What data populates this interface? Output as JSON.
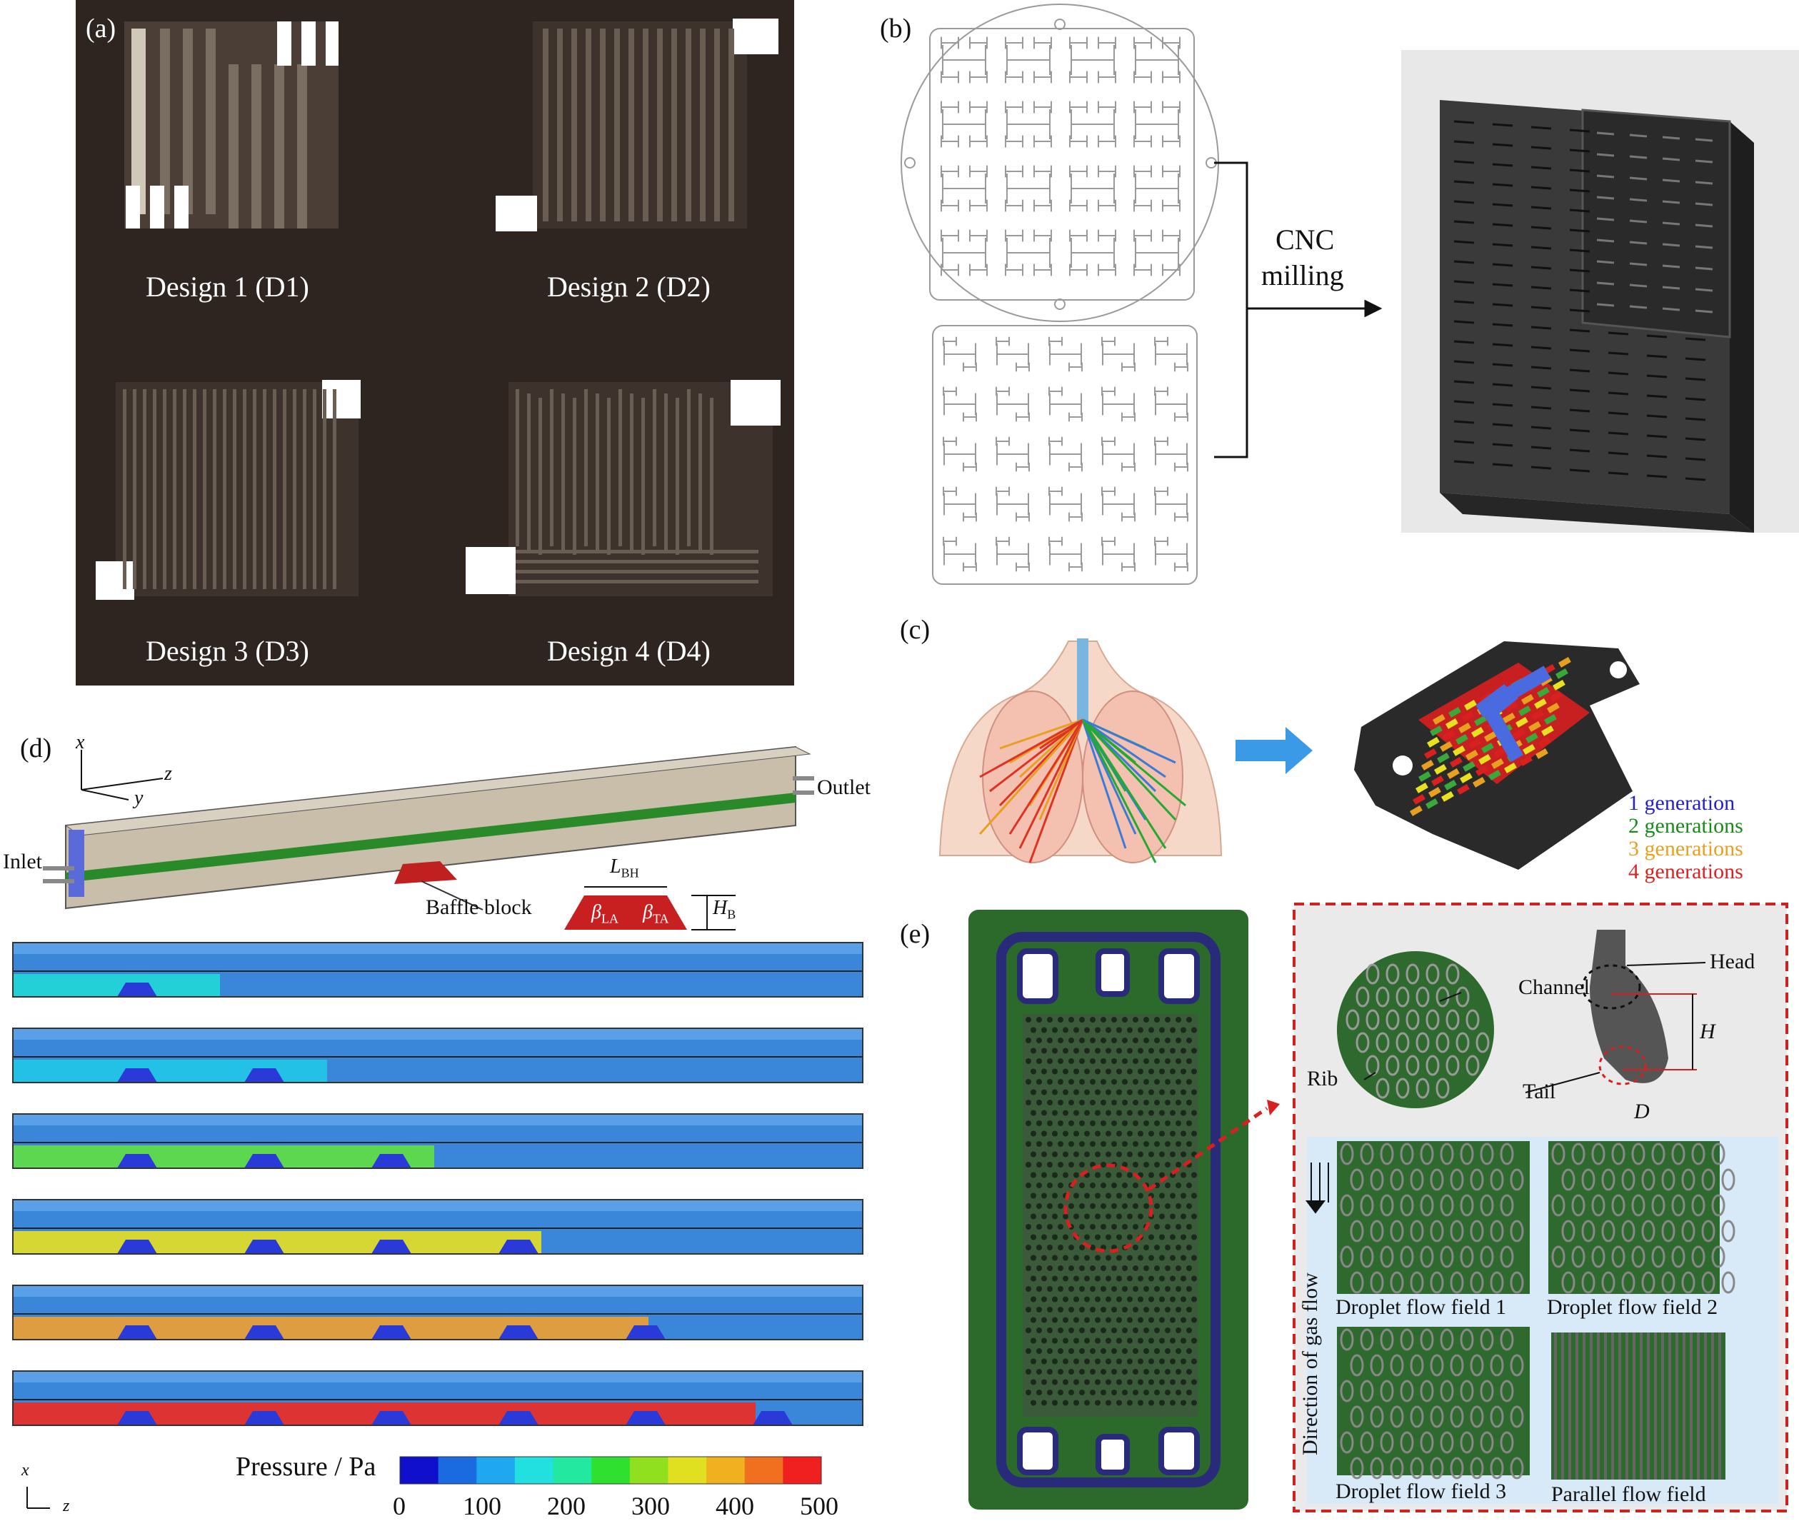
{
  "panel_a": {
    "label": "(a)",
    "designs": [
      "Design 1 (D1)",
      "Design 2 (D2)",
      "Design 3 (D3)",
      "Design 4 (D4)"
    ]
  },
  "panel_b": {
    "label": "(b)",
    "process_top": "CNC",
    "process_bottom": "milling"
  },
  "panel_c": {
    "label": "(c)",
    "legend": [
      {
        "text": "1 generation",
        "color": "#2222cc"
      },
      {
        "text": "2 generations",
        "color": "#1a8a1a"
      },
      {
        "text": "3 generations",
        "color": "#e8a020"
      },
      {
        "text": "4 generations",
        "color": "#dd2222"
      }
    ]
  },
  "panel_d": {
    "label": "(d)",
    "axis_x": "x",
    "axis_y": "y",
    "axis_z": "z",
    "inlet": "Inlet",
    "outlet": "Outlet",
    "baffle": "Baffle block",
    "L_main": "L",
    "L_sub": "BH",
    "H_main": "H",
    "H_sub": "B",
    "beta_main": "β",
    "beta_la_sub": "LA",
    "beta_ta_sub": "TA",
    "pressure_label": "Pressure / Pa",
    "scale_ticks": [
      "0",
      "100",
      "200",
      "300",
      "400",
      "500"
    ],
    "scale_colors": [
      "#1010cc",
      "#1a6ae0",
      "#1fa8f0",
      "#22e0e0",
      "#22e8a0",
      "#30e030",
      "#90e020",
      "#e0e020",
      "#f0b020",
      "#f07020",
      "#f02020"
    ],
    "channels": [
      {
        "blocks": 1,
        "inlet_color": "#22d8d8"
      },
      {
        "blocks": 2,
        "inlet_color": "#22c8e8"
      },
      {
        "blocks": 3,
        "inlet_color": "#60e040"
      },
      {
        "blocks": 4,
        "inlet_color": "#e8e020"
      },
      {
        "blocks": 5,
        "inlet_color": "#f0a030"
      },
      {
        "blocks": 6,
        "inlet_color": "#f02a20"
      }
    ]
  },
  "panel_e": {
    "label": "(e)",
    "channel": "Channel",
    "rib": "Rib",
    "head": "Head",
    "tail": "Tail",
    "H": "H",
    "D": "D",
    "gas_flow": "Direction of gas flow",
    "fields": [
      "Droplet flow field 1",
      "Droplet flow field 2",
      "Droplet flow field 3",
      "Parallel flow field"
    ]
  }
}
